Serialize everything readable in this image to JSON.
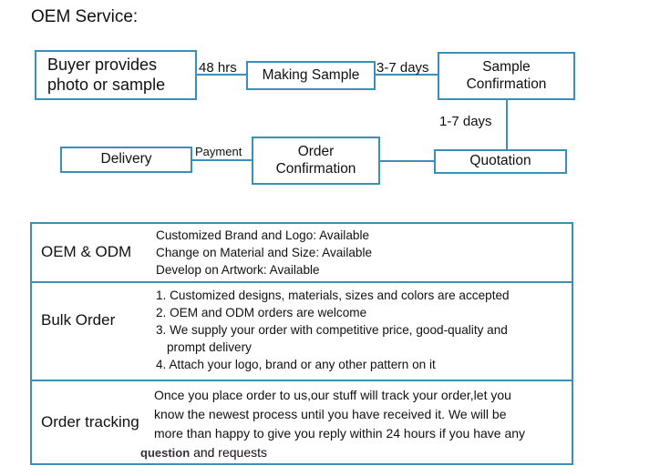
{
  "title": "OEM Service:",
  "flow": {
    "nodes": {
      "buyer": [
        "Buyer provides",
        "photo or sample"
      ],
      "making_sample": "Making Sample",
      "sample_confirmation": [
        "Sample",
        "Confirmation"
      ],
      "quotation": "Quotation",
      "order_confirmation": [
        "Order",
        "Confirmation"
      ],
      "delivery": "Delivery"
    },
    "edges": {
      "buyer_to_making": "48 hrs",
      "making_to_sample": "3-7 days",
      "sample_to_quotation": "1-7 days",
      "order_to_delivery": "Payment"
    },
    "colors": {
      "border": "#3a8fb8",
      "line": "#3a8fb8"
    }
  },
  "table": {
    "rows": [
      {
        "label": "OEM & ODM",
        "lines": [
          "Customized Brand and Logo: Available",
          "Change on Material and Size: Available",
          "Develop on Artwork: Available"
        ]
      },
      {
        "label": "Bulk Order",
        "lines": [
          "1. Customized designs, materials, sizes and colors are accepted",
          "2. OEM and ODM orders are welcome",
          "3. We supply your order with competitive price, good-quality and",
          "prompt delivery",
          "4. Attach your logo, brand or any other pattern on it"
        ]
      },
      {
        "label": "Order tracking",
        "lines": [
          "Once you place order to us,our stuff will track your order,let you",
          "know the newest process until you have received it. We will be",
          "more than happy to give you reply within 24 hours if you have any"
        ],
        "last_word": "question",
        "last_rest": "and requests"
      }
    ]
  }
}
